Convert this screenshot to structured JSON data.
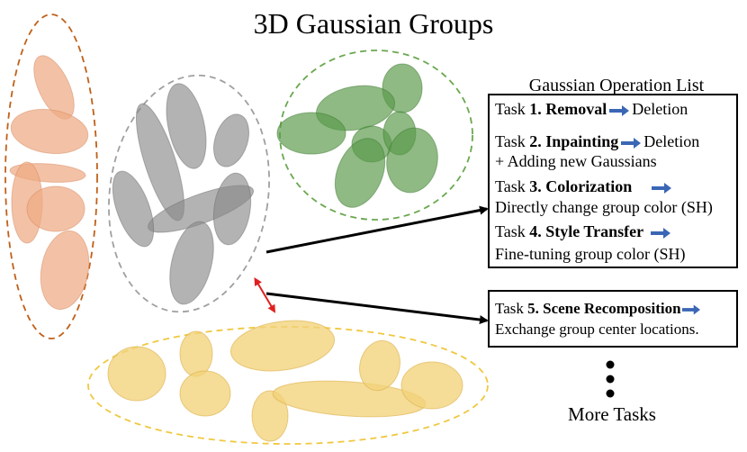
{
  "title": "3D Gaussian Groups",
  "operation_list": {
    "heading": "Gaussian Operation List",
    "tasks": [
      {
        "prefix": "Task ",
        "name": "1. Removal",
        "suffix": "Deletion"
      },
      {
        "prefix": "Task ",
        "name": "2. Inpainting",
        "suffix": "Deletion",
        "detail": "+ Adding new Gaussians"
      },
      {
        "prefix": "Task ",
        "name": "3. Colorization",
        "suffix": "",
        "detail": "Directly change group color (SH)"
      },
      {
        "prefix": "Task ",
        "name": "4. Style Transfer",
        "suffix": "",
        "detail": "Fine-tuning group color (SH)"
      },
      {
        "prefix": "Task ",
        "name": "5. Scene Recomposition",
        "suffix": "",
        "detail": "Exchange group center locations."
      }
    ]
  },
  "more_tasks": "More Tasks",
  "groups": [
    {
      "color_name": "orange",
      "boundary": "#c0601a",
      "fill": "#eeaa84"
    },
    {
      "color_name": "gray",
      "boundary": "#a0a0a0",
      "fill": "#8a8a8a"
    },
    {
      "color_name": "green",
      "boundary": "#6aa84f",
      "fill": "#5a9a4a"
    },
    {
      "color_name": "yellow",
      "boundary": "#f0c840",
      "fill": "#f2d27a"
    }
  ],
  "colors": {
    "task_arrow": "#3a66b5",
    "swap_arrow": "#e02020",
    "connector": "#000000"
  }
}
